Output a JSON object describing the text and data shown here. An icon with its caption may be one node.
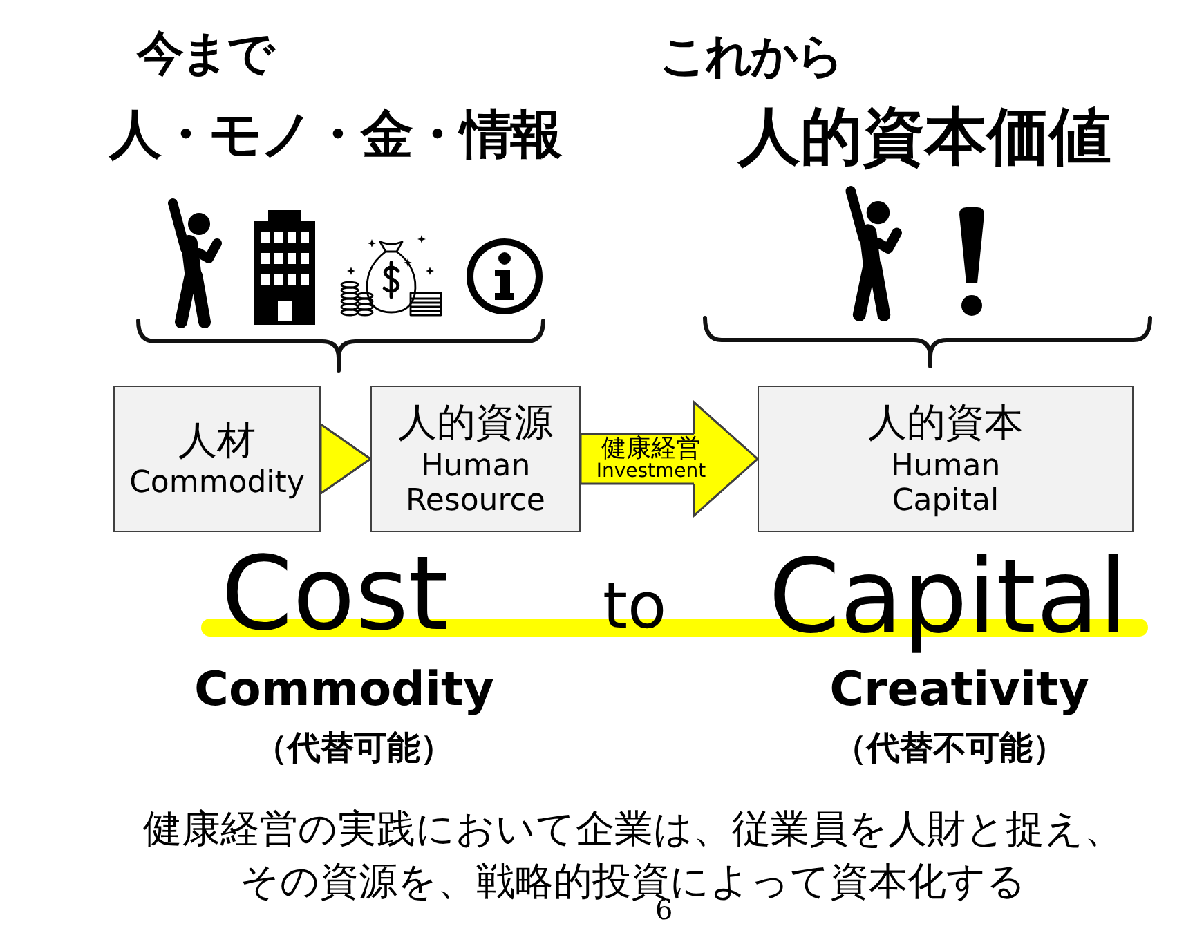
{
  "diagram": {
    "nodes": [
      {
        "text": [
          "人材",
          "Commodity"
        ]
      },
      {
        "text": [
          "人的資源",
          "Human Resource"
        ]
      },
      {
        "text": [
          "人的資本",
          "Human Capital"
        ]
      }
    ],
    "edges": [
      {
        "from": 0,
        "to": 1,
        "arrow": "to"
      },
      {
        "from": 1,
        "to": 2,
        "arrow": "to",
        "label": "健康経営 Investment"
      }
    ],
    "labels": [
      "今まで",
      "人・モノ・金・情報",
      "これから",
      "人的資本価値",
      "Cost",
      "to",
      "Capital",
      "Commodity",
      "（代替可能）",
      "Creativity",
      "（代替不可能）",
      "健康経営の実践において企業は、従業員を人財と捉え、その資源を、戦略的投資によって資本化する",
      "6"
    ]
  }
}
